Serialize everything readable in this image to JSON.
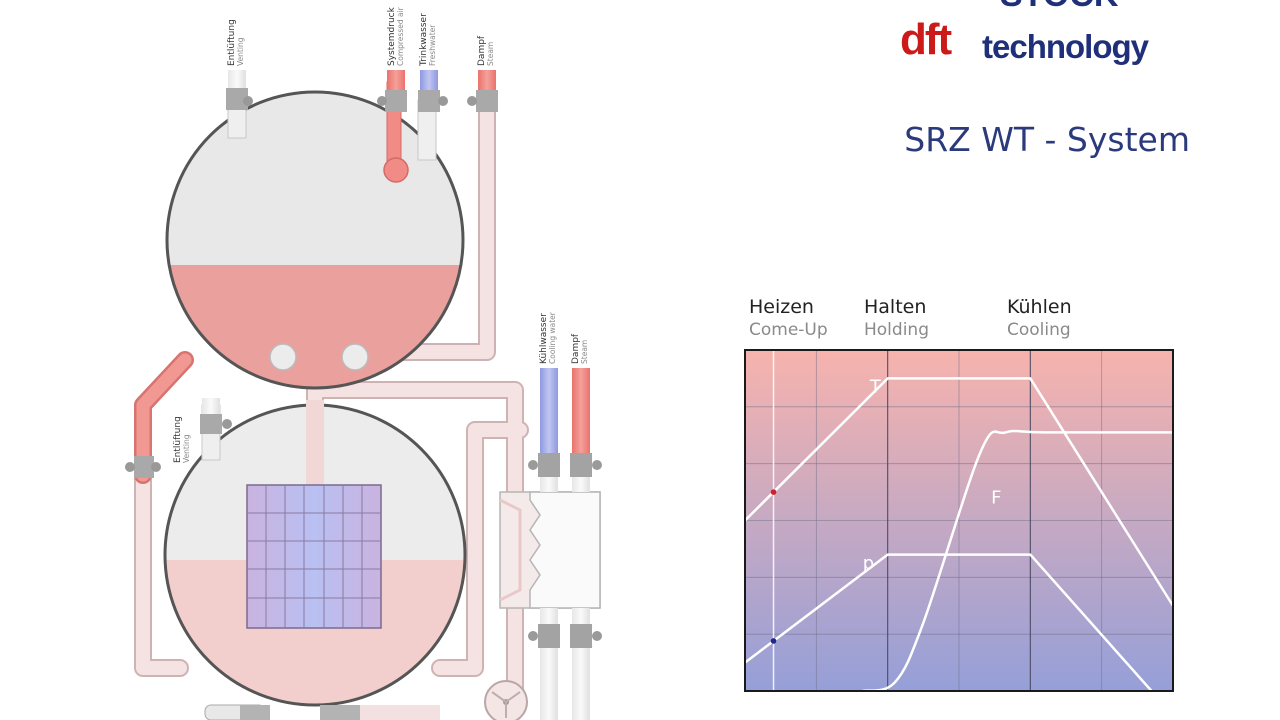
{
  "logo": {
    "brand_partial": "STOCK",
    "dft": "dft",
    "technology": "technology",
    "colors": {
      "dft": "#cc1a1a",
      "technology": "#1f2f7a"
    }
  },
  "title": "SRZ WT - System",
  "plant": {
    "labels": {
      "venting_top": {
        "de": "Entlüftung",
        "en": "Venting"
      },
      "compressed_air": {
        "de": "Systemdruck",
        "en": "Compressed air"
      },
      "freshwater": {
        "de": "Trinkwasser",
        "en": "Freshwater"
      },
      "steam_top": {
        "de": "Dampf",
        "en": "Steam"
      },
      "venting_lower": {
        "de": "Entlüftung",
        "en": "Venting"
      },
      "cooling_water": {
        "de": "Kühlwasser",
        "en": "Cooling water"
      },
      "steam_right": {
        "de": "Dampf",
        "en": "Steam"
      }
    },
    "colors": {
      "pipe": "#f1dede",
      "hot": "#f08b86",
      "water_upper": "#eea8a4",
      "water_lower": "#f2cfcd",
      "cold": "#a9b2e8",
      "vessel_gas": "#e6e6e6",
      "outline": "#555555"
    }
  },
  "chart_data": {
    "type": "line",
    "phases": [
      {
        "de": "Heizen",
        "en": "Come-Up"
      },
      {
        "de": "Halten",
        "en": "Holding"
      },
      {
        "de": "Kühlen",
        "en": "Cooling"
      }
    ],
    "series_labels": {
      "T": "T",
      "F": "F",
      "p": "p"
    },
    "x_range": [
      0,
      6
    ],
    "y_range": [
      0,
      6
    ],
    "phase_boundaries": [
      2,
      4
    ],
    "grid": true,
    "background_gradient": {
      "top": "#f7b3ad",
      "bottom": "#959fd8"
    },
    "series": [
      {
        "name": "T",
        "points": [
          [
            0,
            3
          ],
          [
            2,
            5.5
          ],
          [
            4,
            5.5
          ],
          [
            6,
            1.5
          ]
        ]
      },
      {
        "name": "p",
        "points": [
          [
            0,
            0.5
          ],
          [
            2,
            2.4
          ],
          [
            4,
            2.4
          ],
          [
            5.7,
            0
          ]
        ]
      },
      {
        "name": "F",
        "points": [
          [
            1.65,
            0
          ],
          [
            2.1,
            0.15
          ],
          [
            2.5,
            1.2
          ],
          [
            3.3,
            4.2
          ],
          [
            3.65,
            4.55
          ],
          [
            4.2,
            4.55
          ],
          [
            6,
            4.55
          ]
        ]
      }
    ],
    "cursor_x": 0.4
  }
}
